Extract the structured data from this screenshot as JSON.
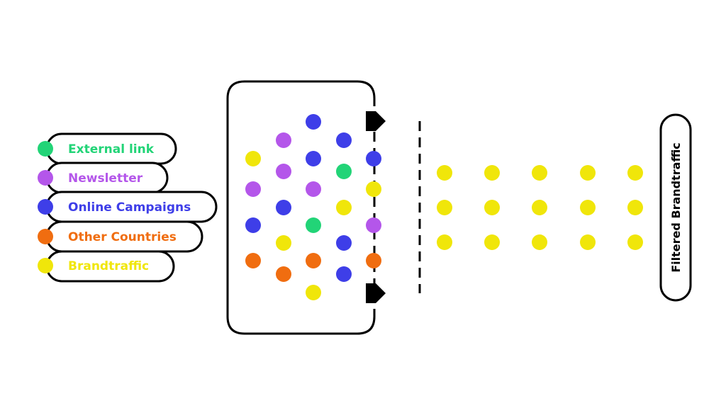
{
  "colors": {
    "external_link": "#22d477",
    "newsletter": "#b456ea",
    "online_campaigns": "#3e3ee8",
    "other_countries": "#f06d10",
    "brandtraffic": "#f0e60a",
    "outline": "#000000"
  },
  "legend": [
    {
      "key": "external_link",
      "label": "External link"
    },
    {
      "key": "newsletter",
      "label": "Newsletter"
    },
    {
      "key": "online_campaigns",
      "label": "Online Campaigns"
    },
    {
      "key": "other_countries",
      "label": "Other Countries"
    },
    {
      "key": "brandtraffic",
      "label": "Brandtraffic"
    }
  ],
  "mixed_traffic_dots": [
    "brandtraffic",
    "newsletter",
    "other_countries",
    "newsletter",
    "newsletter",
    "online_campaigns",
    "brandtraffic",
    "other_countries",
    "online_campaigns",
    "online_campaigns",
    "newsletter",
    "external_link",
    "other_countries",
    "brandtraffic",
    "online_campaigns",
    "external_link",
    "brandtraffic",
    "online_campaigns",
    "online_campaigns",
    "online_campaigns",
    "brandtraffic",
    "newsletter",
    "other_countries"
  ],
  "filtered_dots": {
    "color_key": "brandtraffic",
    "rows": 3,
    "columns": 5
  },
  "output": {
    "label": "Filtered Brandtraffic"
  }
}
